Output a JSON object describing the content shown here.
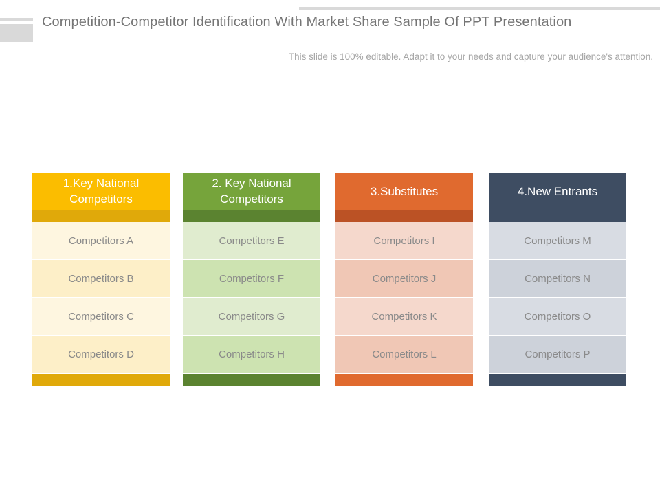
{
  "slide": {
    "title": "Competition-Competitor  Identification With Market Share Sample Of PPT Presentation",
    "subtitle": "This slide is 100% editable. Adapt it to your needs and capture your audience's attention."
  },
  "columns": [
    {
      "header": "1.Key National Competitors",
      "colors": {
        "header": "#fbbd00",
        "band": "#e0a90a",
        "row_light": "#fef6e0",
        "row_dark": "#fdefc8",
        "footer": "#e0a90a"
      },
      "items": [
        "Competitors A",
        "Competitors B",
        "Competitors C",
        "Competitors D"
      ]
    },
    {
      "header": "2. Key National Competitors",
      "colors": {
        "header": "#76a43b",
        "band": "#5b8330",
        "row_light": "#e0eccf",
        "row_dark": "#cde3b1",
        "footer": "#5b8330"
      },
      "items": [
        "Competitors E",
        "Competitors F",
        "Competitors G",
        "Competitors H"
      ]
    },
    {
      "header": "3.Substitutes",
      "colors": {
        "header": "#e06a2f",
        "band": "#bb5225",
        "row_light": "#f5d8cc",
        "row_dark": "#f0c7b5",
        "footer": "#e06a2f"
      },
      "items": [
        "Competitors I",
        "Competitors J",
        "Competitors K",
        "Competitors L"
      ]
    },
    {
      "header": "4.New Entrants",
      "colors": {
        "header": "#3e4d62",
        "band": "#3e4d62",
        "row_light": "#d8dce3",
        "row_dark": "#cdd2da",
        "footer": "#3e4d62"
      },
      "items": [
        "Competitors M",
        "Competitors N",
        "Competitors O",
        "Competitors P"
      ]
    }
  ]
}
